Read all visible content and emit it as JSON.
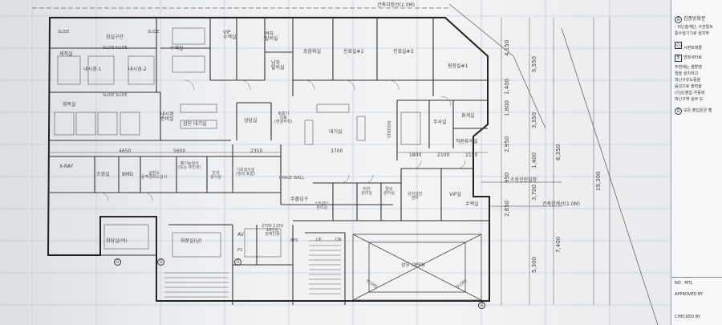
{
  "setbacks": {
    "building_line_top": "건축지정선(2.0M)",
    "building_limit_right": "건축한계선(1.0M)",
    "fire_entrance": "소방관진입창"
  },
  "rooms": {
    "sleeping": "침실구간",
    "slide_door_1": "SLIDE",
    "slide_door_2": "SLIDE",
    "slide_slide": "SLIDE SLIDE",
    "wash": "세척실",
    "endo1": "내시경-1",
    "endo2": "내시경-2",
    "slide_slide_2": "SLIDE SLIDE",
    "recovery": "회복실",
    "endo_wait": "내시경\n준비실",
    "exam_wait": "검진 대기실",
    "infusion_top": "수액실",
    "vip_infusion": "VIP\n수액실",
    "female_changing": "여자\n탈의실",
    "male_changing": "남자\n탈의실",
    "ultrasound": "초음파실",
    "exam2": "진료실#2",
    "exam3": "진료실#3",
    "director1": "원장실#1",
    "consult": "상담실",
    "breath_test": "호흡기\n치료\n(변경부착)",
    "waiting": "대기실",
    "station": "STATION",
    "injection": "주사실",
    "lounge": "휴게실",
    "staff_lounge": "직원휴게실",
    "xray": "X-RAY",
    "contrast": "조영실",
    "bmd": "BMD",
    "ecg": "심전도\n동맥경화도검사",
    "lung": "폐기능검사\n(또는 부인과)",
    "eye": "안과\n검사실",
    "basic": "기초검사실\n(청력 포함)",
    "image_wall": "IMAGE WALL",
    "main_entrance": "주출입구",
    "stress": "스트레스\n관리실",
    "obesity": "비만\n관리실",
    "hair": "탈모\n관리실",
    "psych": "심리상담\n센터",
    "vip_room": "VIP실",
    "infusion_right": "수액실",
    "toilet_f": "화장실(여)",
    "toilet_m": "화장실(남)",
    "av": "AV",
    "elevator": "2700 1150\n18인승\n장애인용",
    "eps": "EPS",
    "ps": "PS",
    "void": "상부 OPEN",
    "up": "UP",
    "dn": "DN",
    "slope1": "SLOPE",
    "slope2": "SLOPE"
  },
  "dims_h": [
    "4650",
    "5600",
    "2350",
    "3700",
    "1800",
    "2100",
    "2150",
    "2700",
    "1150"
  ],
  "dims_v": [
    "4,150",
    "5,550",
    "1,400",
    "1,800",
    "3,350",
    "2,950",
    "6,350",
    "1,400",
    "19,300",
    "950",
    "3,700",
    "2,850",
    "7,400",
    "5,300"
  ],
  "legend": {
    "title_1": "갑종방화문",
    "note_1": "- 피난층계단, 수전탈트",
    "note_2": "통수설기기로 설치하",
    "hatch": "시편트래클",
    "title_2": "방화셔터로",
    "note_3": "주변에는 샘할행",
    "note_4": "행을 설치하고",
    "note_5": "피난구유도등을",
    "note_6": "음성으로 출력을",
    "note_7": "(이상/출입 자동화",
    "note_8": "피난구역 실무 도",
    "title_3": "모든 출입문은 별",
    "no_label": "NO.",
    "mtl_label": "MTL",
    "date_label": "APPROVED BY",
    "sheet_label": "CHECKED BY"
  },
  "symbols": {
    "c1": "갑",
    "c2": "갑",
    "c3": "갑",
    "c4": "갑"
  }
}
